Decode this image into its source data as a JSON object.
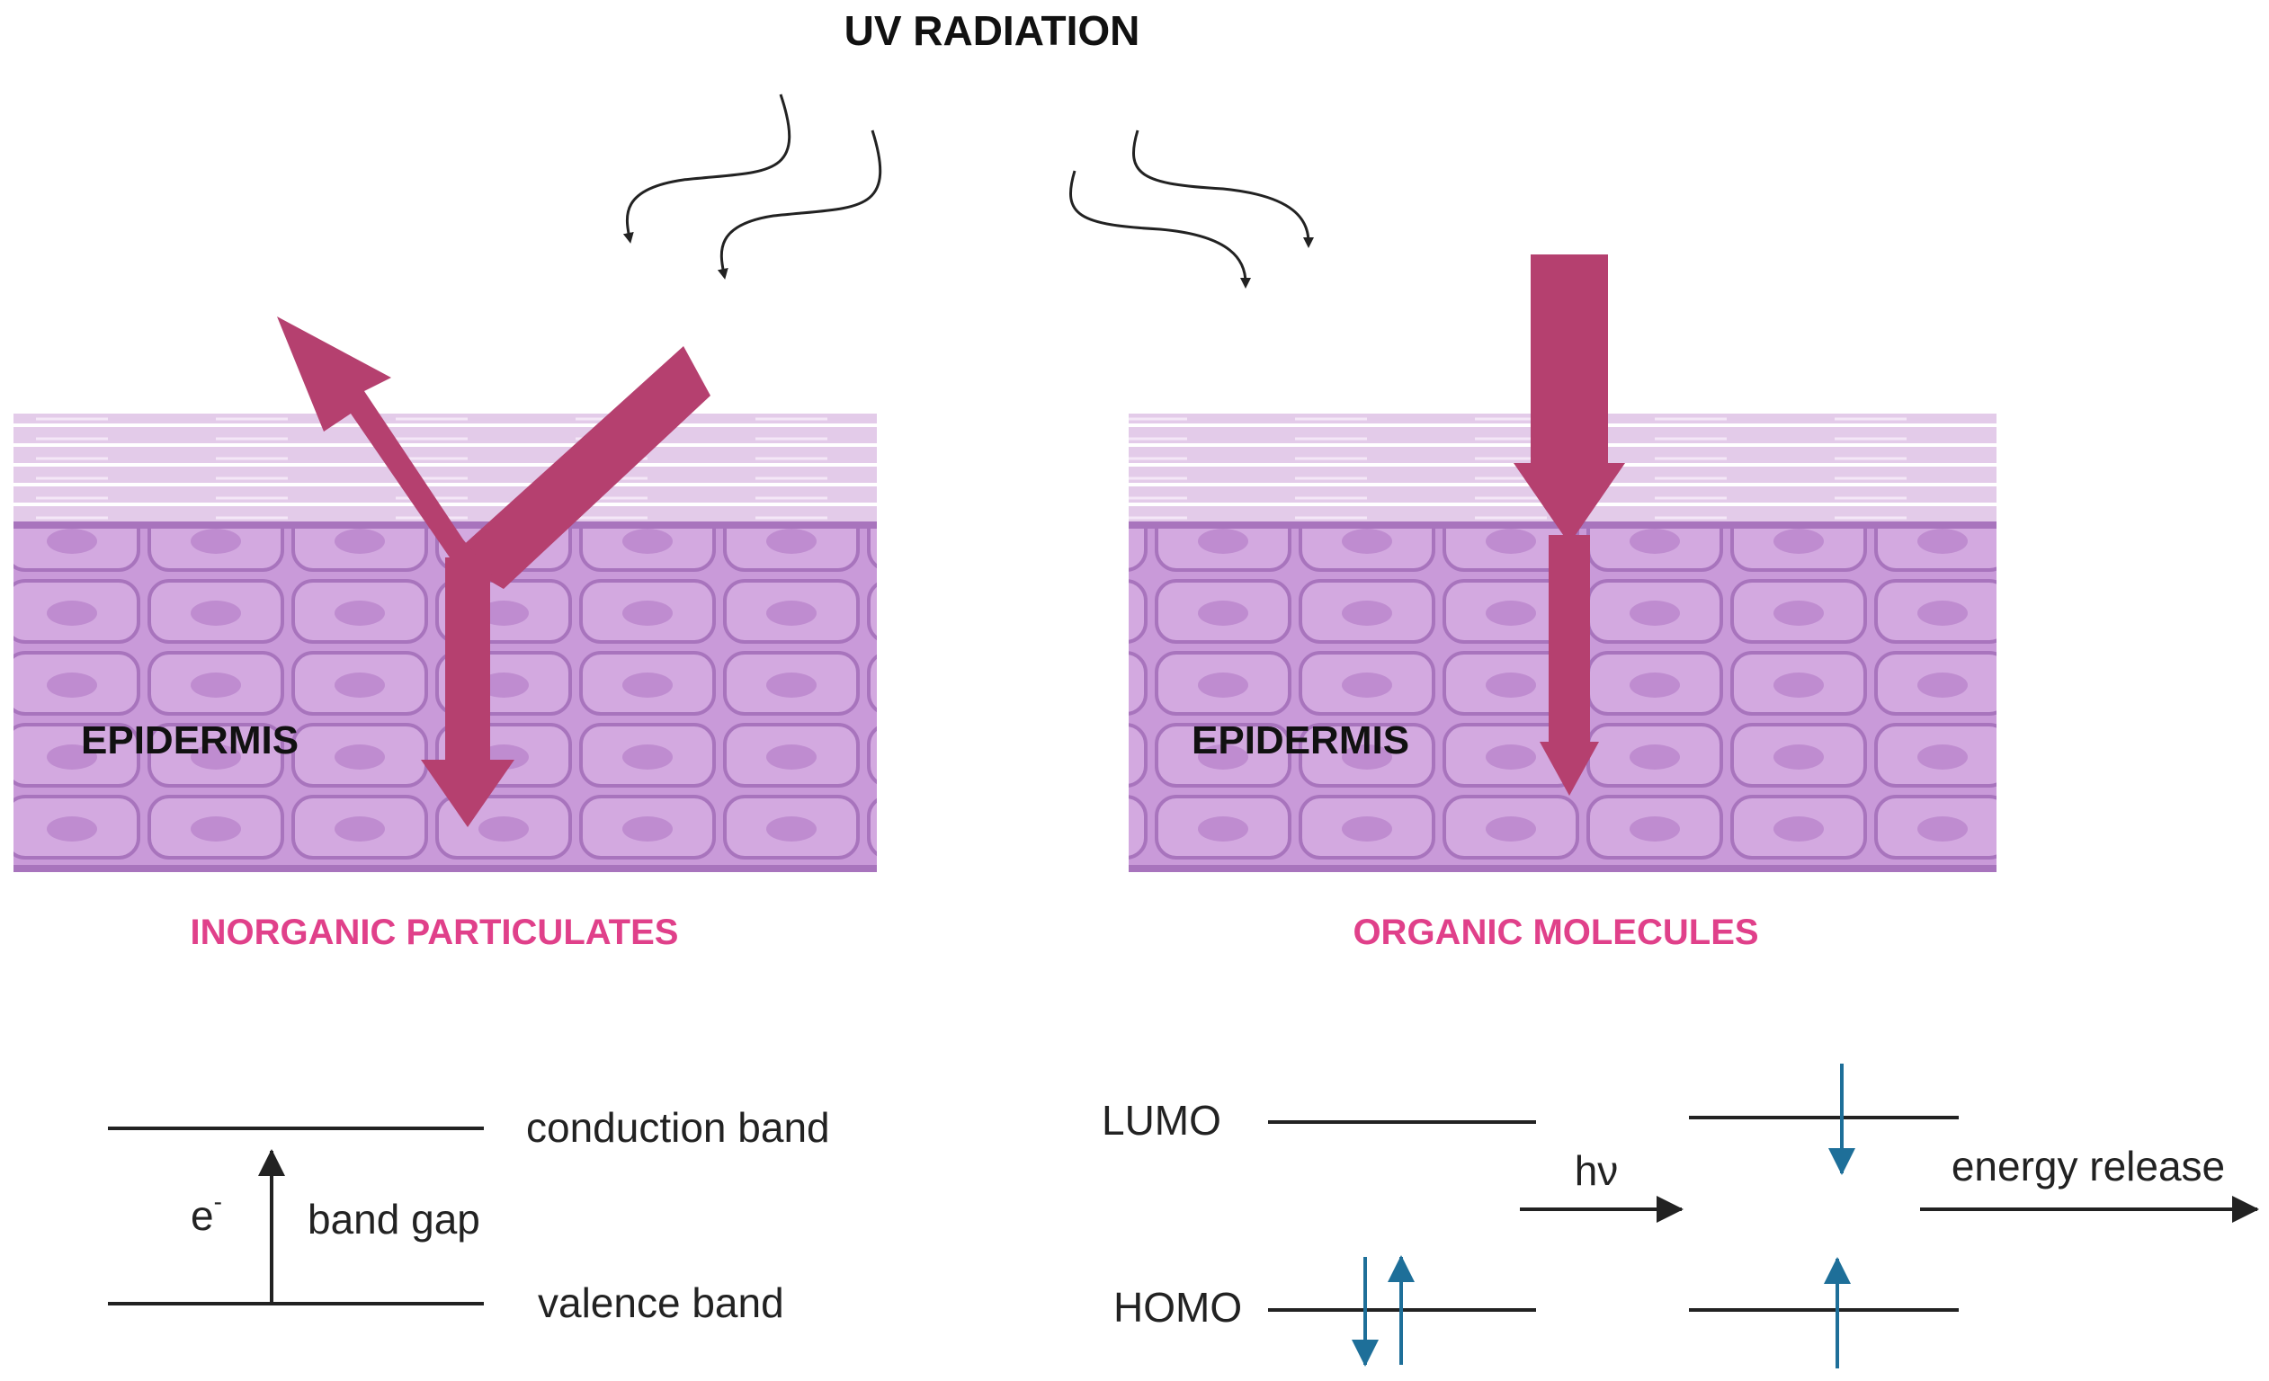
{
  "diagram": {
    "title": "UV RADIATION",
    "left_panel": {
      "skin_label": "EPIDERMIS",
      "caption": "INORGANIC PARTICULATES"
    },
    "right_panel": {
      "skin_label": "EPIDERMIS",
      "caption": "ORGANIC MOLECULES"
    },
    "band_diagram": {
      "conduction": "conduction band",
      "valence": "valence band",
      "gap": "band gap",
      "electron": "e",
      "electron_sup": "-"
    },
    "orbital_diagram": {
      "lumo": "LUMO",
      "homo": "HOMO",
      "photon": "hν",
      "release": "energy release"
    }
  },
  "colors": {
    "arrow": "#b5406f",
    "caption": "#e0408a",
    "skin_cells": "#c99ad9",
    "skin_top": "#e3cbe9",
    "spin_arrow": "#1e6f99",
    "line": "#222222"
  }
}
